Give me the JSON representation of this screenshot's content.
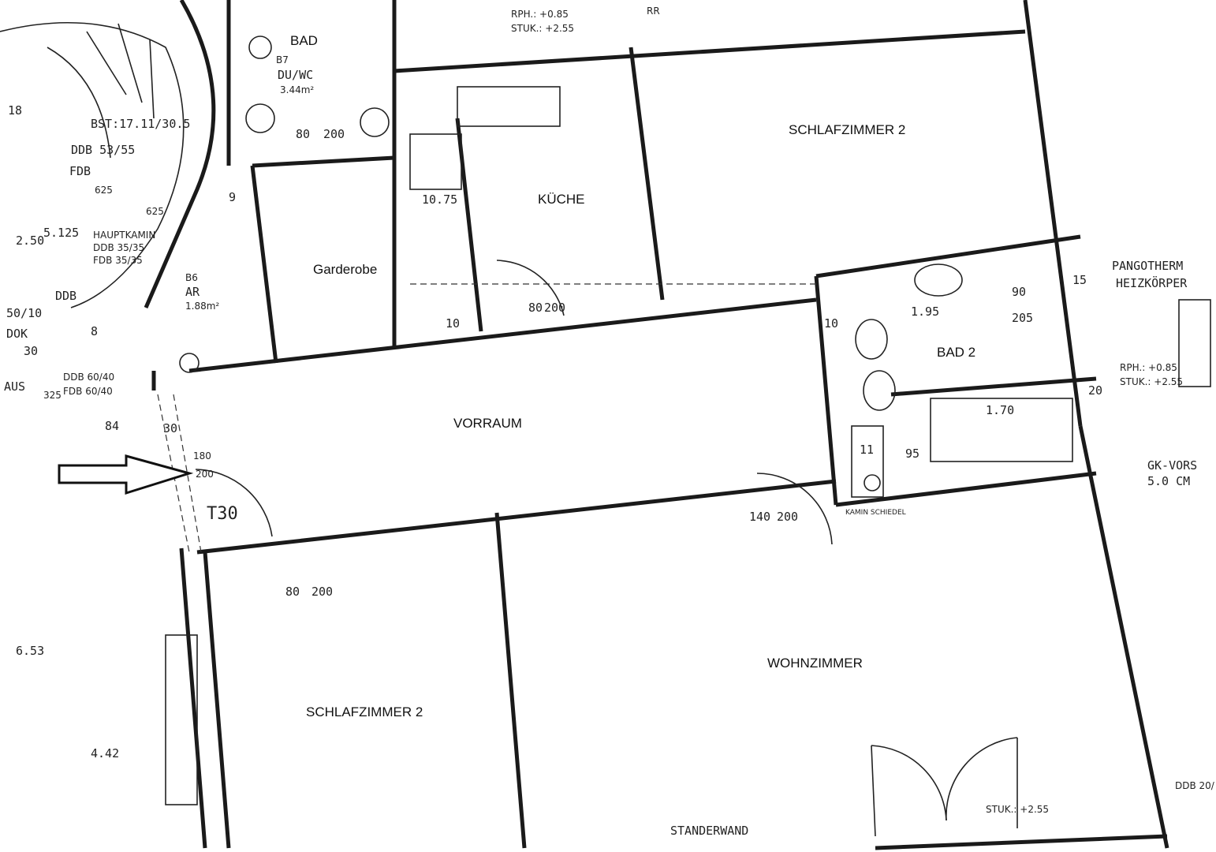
{
  "rooms": {
    "bad": "BAD",
    "schlafzimmer_top": "SCHLAFZIMMER 2",
    "kueche": "KÜCHE",
    "garderobe": "Garderobe",
    "vorraum": "VORRAUM",
    "bad2": "BAD 2",
    "wohnzimmer": "WOHNZIMMER",
    "schlafzimmer_bottom": "SCHLAFZIMMER 2"
  },
  "annotations": {
    "rph_top": "RPH.: +0.85",
    "stuk_top": "STUK.: +2.55",
    "rr": "RR",
    "b7": "B7",
    "du_wc": "DU/WC",
    "area_b7": "3.44m²",
    "bst": "BST:17.11/30.5",
    "ddb_53": "DDB 53/55",
    "fdb": "FDB",
    "hauptkamin": "HAUPTKAMIN",
    "ddb_35": "DDB 35/35",
    "fdb_35": "FDB 35/35",
    "b6": "B6",
    "ar": "AR",
    "area_b6": "1.88m²",
    "ddb": "DDB",
    "dok": "DOK",
    "aus": "AUS",
    "ratio": "50/10",
    "ddb_60": "DDB 60/40",
    "fdb_60": "FDB 60/40",
    "num8": "8",
    "num9": "9",
    "num10": "10",
    "num11": "11",
    "t30": "T30",
    "pangotherm": "PANGOTHERM",
    "heizkoerper": "HEIZKÖRPER",
    "rph_right": "RPH.: +0.85",
    "stuk_right": "STUK.: +2.55",
    "gk_vors": "GK-VORS",
    "gk_cm": "5.0 CM",
    "kamin": "KAMIN SCHIEDEL",
    "standerwand": "STANDERWAND",
    "stuk_bottom": "STUK.: +2.55",
    "ddb_20": "DDB 20/"
  },
  "dimensions": {
    "d84": "84",
    "d30": "30",
    "d180": "180",
    "d200": "200",
    "d10_75": "10.75",
    "d80a": "80",
    "d200a": "200",
    "d80b": "80",
    "d200b": "200",
    "d1_95": "1.95",
    "d90": "90",
    "d205": "205",
    "d10": "10",
    "d1_70": "1.70",
    "d95": "95",
    "d20": "20",
    "d15": "15",
    "d140": "140",
    "d200c": "200",
    "d80c": "80",
    "d200d": "200",
    "d6_53": "6.53",
    "d4_42": "4.42",
    "d2_50": "2.50",
    "d325": "325",
    "d18": "18",
    "d625a": "625",
    "d625b": "625",
    "d5_125": "5.125",
    "d30b": "30"
  }
}
